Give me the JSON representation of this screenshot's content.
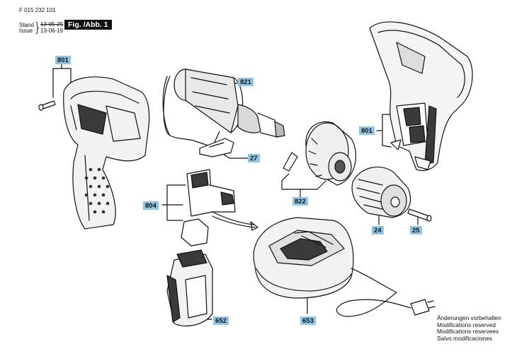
{
  "header": {
    "part_number": "F 015 232 101",
    "stand_label": "Stand",
    "issue_label": "Issue",
    "old_date": "13-05-25",
    "new_date": "13-06-19",
    "figure_label": "Fig. /Abb. 1"
  },
  "callouts": {
    "c801_left": "801",
    "c801_right": "801",
    "c821": "821",
    "c27": "27",
    "c804": "804",
    "c822": "822",
    "c24": "24",
    "c25": "25",
    "c652": "652",
    "c653": "653"
  },
  "notes": [
    "Änderungen vorbehalten",
    "Modifications reserved",
    "Modifications reservees",
    "Salvo modificaciones"
  ],
  "colors": {
    "callout_bg": "#8fc7e6",
    "line": "#111111",
    "fill_light": "#e6e6e6",
    "fill_dark": "#3a3a3a"
  }
}
